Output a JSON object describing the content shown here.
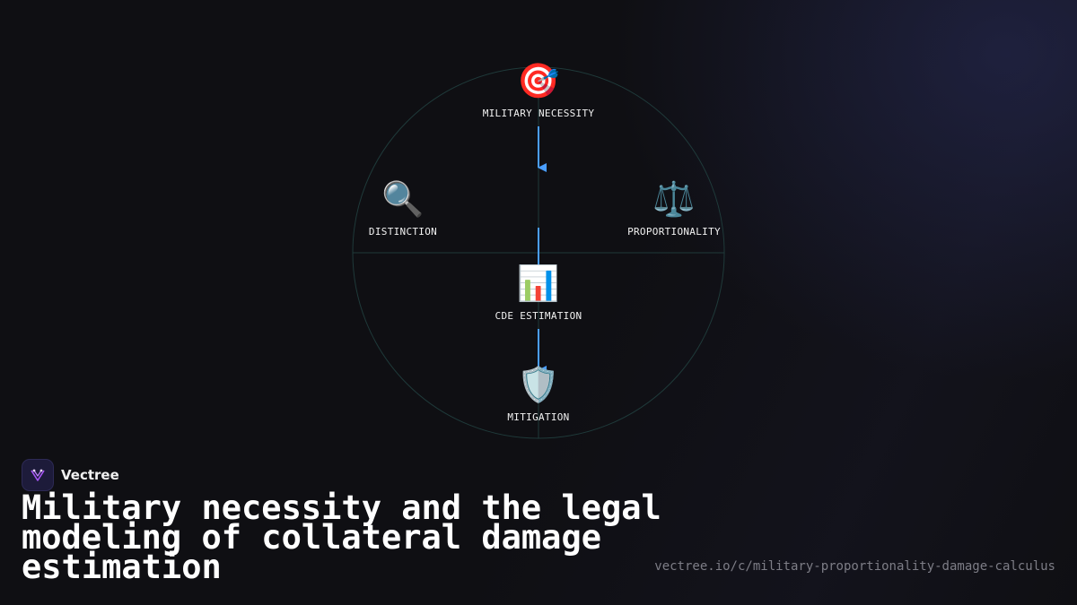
{
  "diagram": {
    "nodes": [
      {
        "id": "necessity",
        "label": "MILITARY NECESSITY",
        "icon": "🎯",
        "icon_name": "target-icon"
      },
      {
        "id": "distinction",
        "label": "DISTINCTION",
        "icon": "🔍",
        "icon_name": "magnifier-icon"
      },
      {
        "id": "proportionality",
        "label": "PROPORTIONALITY",
        "icon": "⚖️",
        "icon_name": "scales-icon"
      },
      {
        "id": "cde",
        "label": "CDE ESTIMATION",
        "icon": "📊",
        "icon_name": "bar-chart-icon"
      },
      {
        "id": "mitigation",
        "label": "MITIGATION",
        "icon": "🛡️",
        "icon_name": "shield-icon"
      }
    ],
    "edges": [
      {
        "from": "necessity",
        "to": "center"
      },
      {
        "from": "center",
        "to": "cde"
      },
      {
        "from": "cde",
        "to": "mitigation"
      }
    ],
    "colors": {
      "arrow": "#4a9eff",
      "circle": "#1f3a3a",
      "background": "#0f0f13"
    }
  },
  "brand": {
    "name": "Vectree"
  },
  "title": "Military necessity and the legal modeling of collateral damage estimation",
  "url": "vectree.io/c/military-proportionality-damage-calculus"
}
